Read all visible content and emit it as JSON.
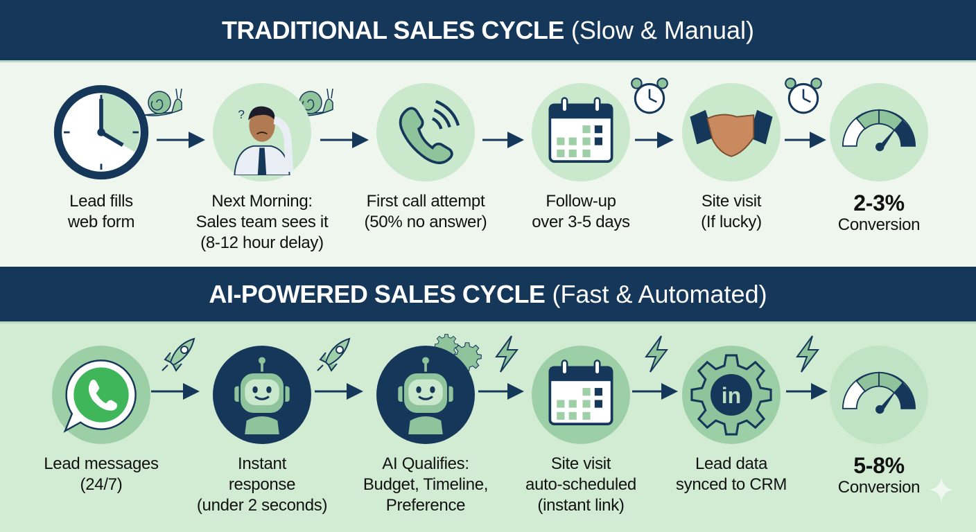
{
  "traditional": {
    "title_bold": "TRADITIONAL SALES CYCLE",
    "title_light": "(Slow & Manual)",
    "steps": [
      {
        "icon": "clock-icon",
        "lines": [
          "Lead fills",
          "web form"
        ]
      },
      {
        "icon": "confused-person-icon",
        "lines": [
          "Next Morning:",
          "Sales team sees it",
          "(8-12 hour delay)"
        ]
      },
      {
        "icon": "phone-icon",
        "lines": [
          "First call attempt",
          "(50% no answer)"
        ]
      },
      {
        "icon": "calendar-icon",
        "lines": [
          "Follow-up",
          "over 3-5 days"
        ]
      },
      {
        "icon": "handshake-icon",
        "lines": [
          "Site visit",
          "(If lucky)"
        ]
      },
      {
        "icon": "gauge-icon",
        "value": "2-3%",
        "lines": [
          "Conversion"
        ]
      }
    ]
  },
  "ai": {
    "title_bold": "AI-POWERED SALES CYCLE",
    "title_light": "(Fast & Automated)",
    "steps": [
      {
        "icon": "whatsapp-icon",
        "lines": [
          "Lead messages",
          "(24/7)"
        ]
      },
      {
        "icon": "robot-icon",
        "lines": [
          "Instant",
          "response",
          "(under 2 seconds)"
        ]
      },
      {
        "icon": "robot-gears-icon",
        "lines": [
          "AI Qualifies:",
          "Budget, Timeline,",
          "Preference"
        ]
      },
      {
        "icon": "calendar-icon",
        "lines": [
          "Site visit",
          "auto-scheduled",
          "(instant link)"
        ]
      },
      {
        "icon": "linkedin-gear-icon",
        "lines": [
          "Lead data",
          "synced to CRM"
        ]
      },
      {
        "icon": "gauge-icon",
        "value": "5-8%",
        "lines": [
          "Conversion"
        ]
      }
    ]
  },
  "colors": {
    "navy": "#15375a",
    "light_green": "#c9e8cc",
    "mid_green": "#8fc39b",
    "band_top": "#eef6ee",
    "band_bottom": "#d2ecd4"
  }
}
